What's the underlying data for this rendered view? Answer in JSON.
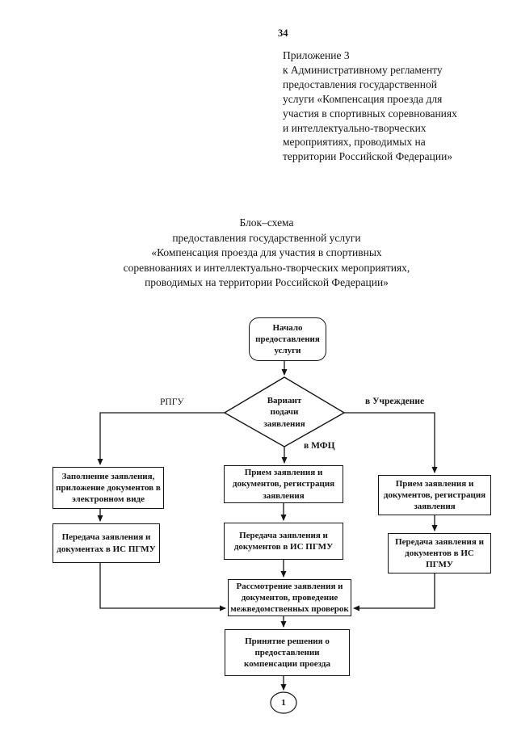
{
  "page": {
    "number": "34",
    "appendix_lines": [
      "Приложение 3",
      "к Административному регламенту",
      "предоставления государственной",
      "услуги «Компенсация проезда для",
      "участия в спортивных соревнованиях",
      "и интеллектуально-творческих",
      "мероприятиях, проводимых на",
      "территории Российской Федерации»"
    ],
    "title_lines": [
      "Блок–схема",
      "предоставления государственной услуги",
      "«Компенсация проезда для участия в спортивных",
      "соревнованиях и интеллектуально-творческих мероприятиях,",
      "проводимых на территории Российской Федерации»"
    ]
  },
  "flowchart": {
    "nodes": {
      "start": [
        "Начало",
        "предоставления",
        "услуги"
      ],
      "decision": [
        "Вариант",
        "подачи",
        "заявления"
      ],
      "rpgu_fill": [
        "Заполнение заявления,",
        "приложение документов в",
        "электронном виде"
      ],
      "rpgu_transfer": [
        "Передача заявления и",
        "документах в ИС ПГМУ"
      ],
      "mfc_receive": [
        "Прием заявления и",
        "документов, регистрация",
        "заявления"
      ],
      "mfc_transfer": [
        "Передача заявления и",
        "документов в ИС ПГМУ"
      ],
      "institution_receive": [
        "Прием заявления и",
        "документов, регистрация",
        "заявления"
      ],
      "institution_transfer": [
        "Передача заявления и",
        "документов в ИС",
        "ПГМУ"
      ],
      "review": [
        "Рассмотрение заявления и",
        "документов, проведение",
        "межведомственных проверок"
      ],
      "final_decision": [
        "Принятие решения о",
        "предоставлении",
        "компенсации проезда"
      ],
      "connector": "1"
    },
    "branch_labels": {
      "left": "РПГУ",
      "right": "в Учреждение",
      "bottom": "в МФЦ"
    },
    "ink_color": "#141414"
  }
}
